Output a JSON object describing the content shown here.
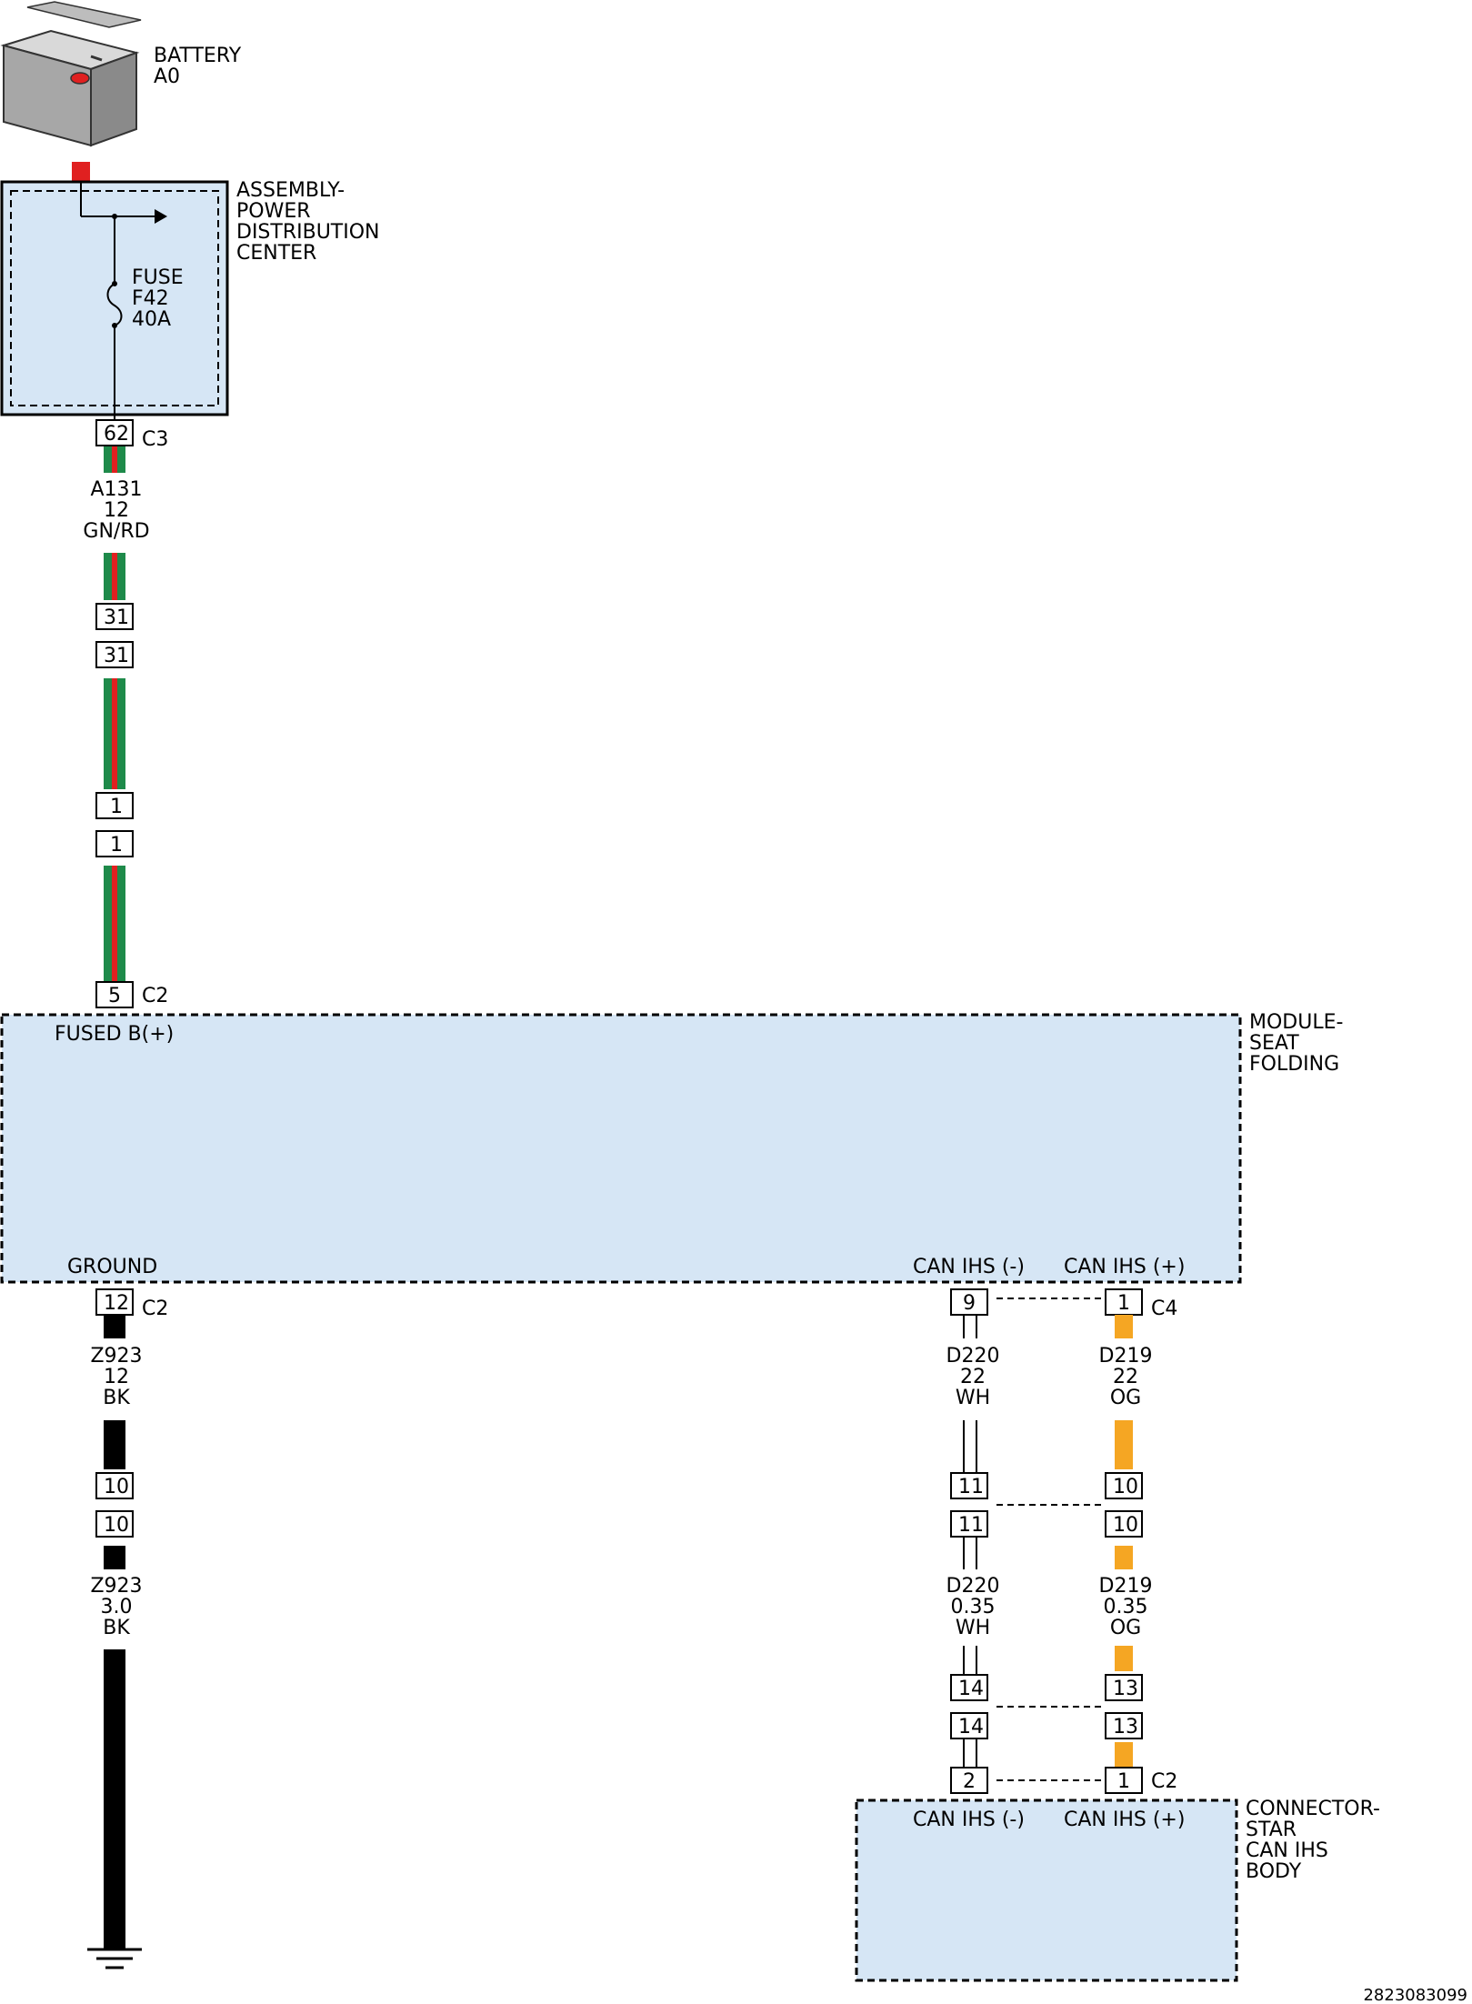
{
  "battery": {
    "line1": "BATTERY",
    "line2": "A0"
  },
  "pdc": {
    "line1": "ASSEMBLY-",
    "line2": "POWER",
    "line3": "DISTRIBUTION",
    "line4": "CENTER"
  },
  "fuse": {
    "line1": "FUSE",
    "line2": "F42",
    "line3": "40A"
  },
  "connectors": {
    "c3": "C3",
    "c2_top": "C2",
    "c2_ground": "C2",
    "c4": "C4",
    "c2_star": "C2"
  },
  "pins": {
    "p62": "62",
    "p31a": "31",
    "p31b": "31",
    "p1a": "1",
    "p1b": "1",
    "p5": "5",
    "p12": "12",
    "p10a": "10",
    "p10b": "10",
    "p9": "9",
    "p1c4": "1",
    "p11a": "11",
    "p10c": "10",
    "p11b": "11",
    "p10d": "10",
    "p14a": "14",
    "p13a": "13",
    "p14b": "14",
    "p13b": "13",
    "p2": "2",
    "p1c2": "1"
  },
  "wires": {
    "a131": {
      "id": "A131",
      "gauge": "12",
      "color": "GN/RD"
    },
    "z923_top": {
      "id": "Z923",
      "gauge": "12",
      "color": "BK"
    },
    "z923_bot": {
      "id": "Z923",
      "gauge": "3.0",
      "color": "BK"
    },
    "d220_top": {
      "id": "D220",
      "gauge": "22",
      "color": "WH"
    },
    "d219_top": {
      "id": "D219",
      "gauge": "22",
      "color": "OG"
    },
    "d220_bot": {
      "id": "D220",
      "gauge": "0.35",
      "color": "WH"
    },
    "d219_bot": {
      "id": "D219",
      "gauge": "0.35",
      "color": "OG"
    }
  },
  "module": {
    "line1": "MODULE-",
    "line2": "SEAT",
    "line3": "FOLDING",
    "fused": "FUSED B(+)",
    "ground": "GROUND",
    "can_minus": "CAN IHS (-)",
    "can_plus": "CAN IHS (+)"
  },
  "star": {
    "line1": "CONNECTOR-",
    "line2": "STAR",
    "line3": "CAN IHS",
    "line4": "BODY",
    "can_minus": "CAN IHS (-)",
    "can_plus": "CAN IHS (+)"
  },
  "diagram_id": "2823083099",
  "colors": {
    "module_fill": "#d6e6f5",
    "wire_green": "#1e8a4a",
    "wire_red": "#e02020",
    "wire_orange": "#f5a623",
    "wire_black": "#000000",
    "battery_post": "#e02020"
  }
}
